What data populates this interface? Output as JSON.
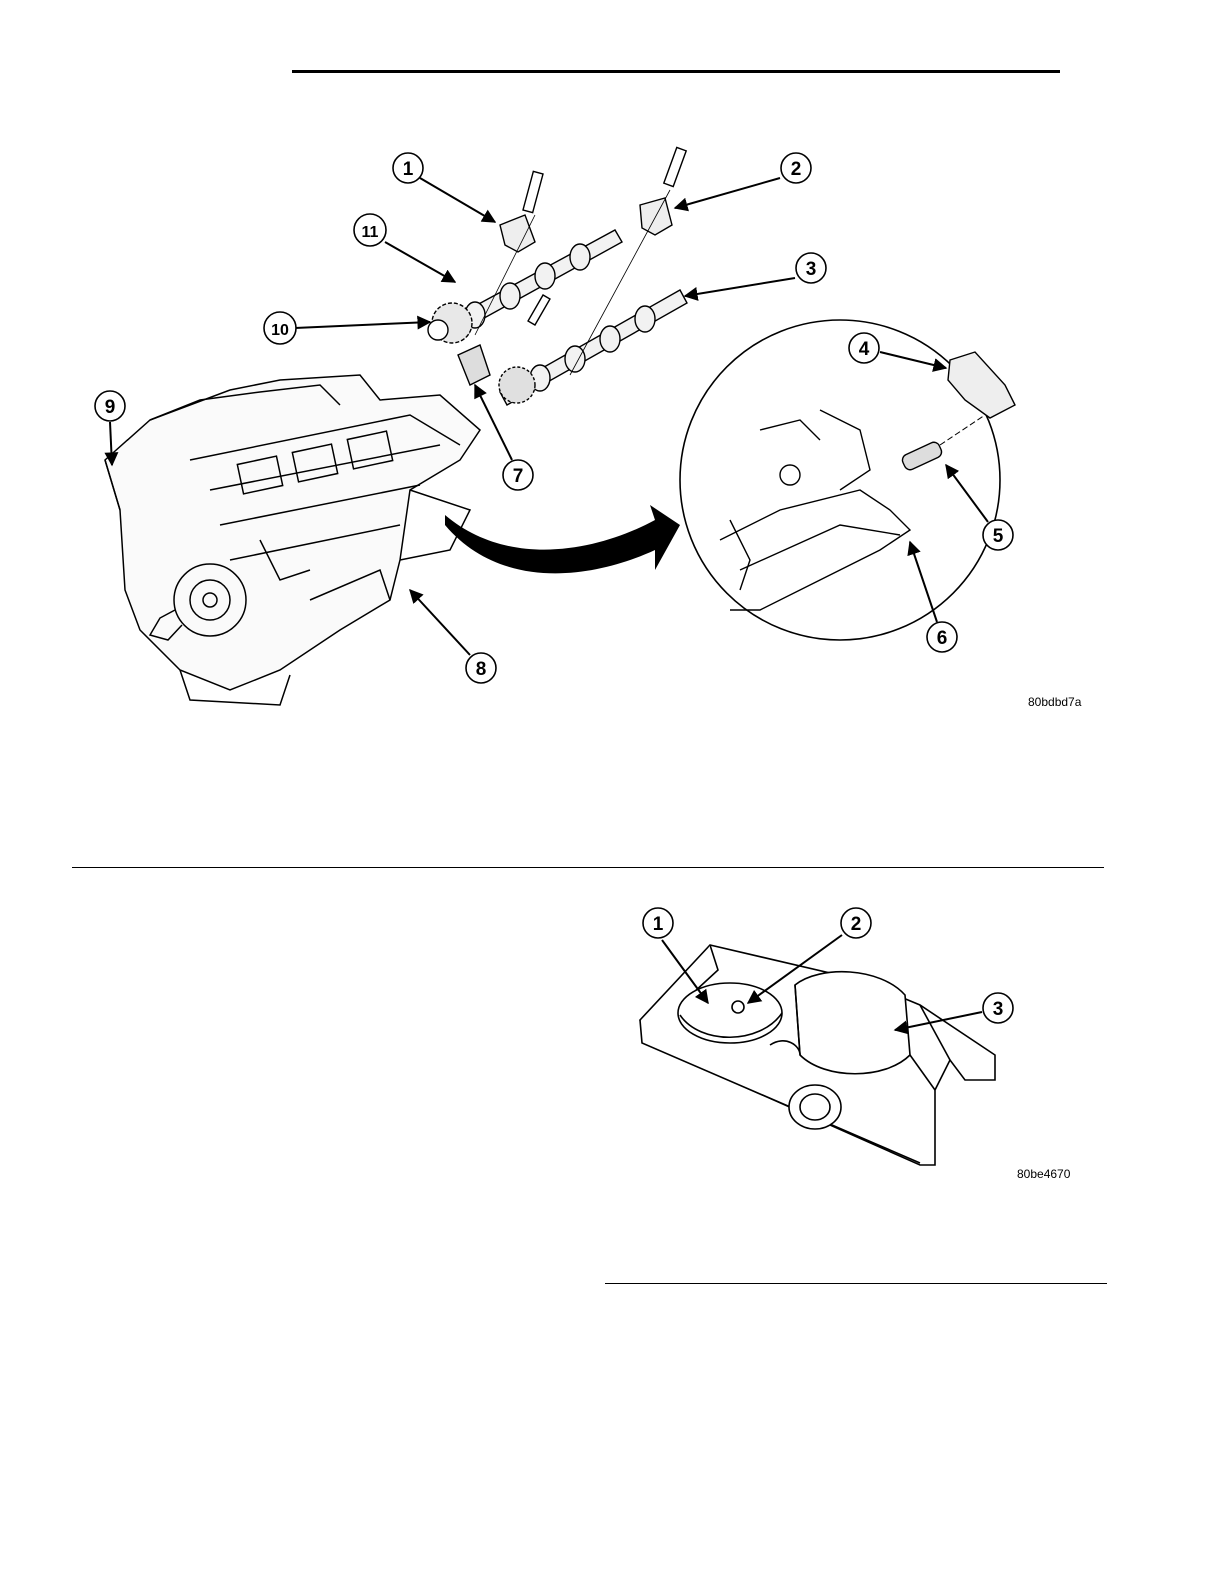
{
  "figure1": {
    "id_label": "80bdbd7a",
    "callouts": [
      "1",
      "2",
      "3",
      "4",
      "5",
      "6",
      "7",
      "8",
      "9",
      "10",
      "11"
    ]
  },
  "figure2": {
    "id_label": "80be4670",
    "callouts": [
      "1",
      "2",
      "3"
    ]
  }
}
